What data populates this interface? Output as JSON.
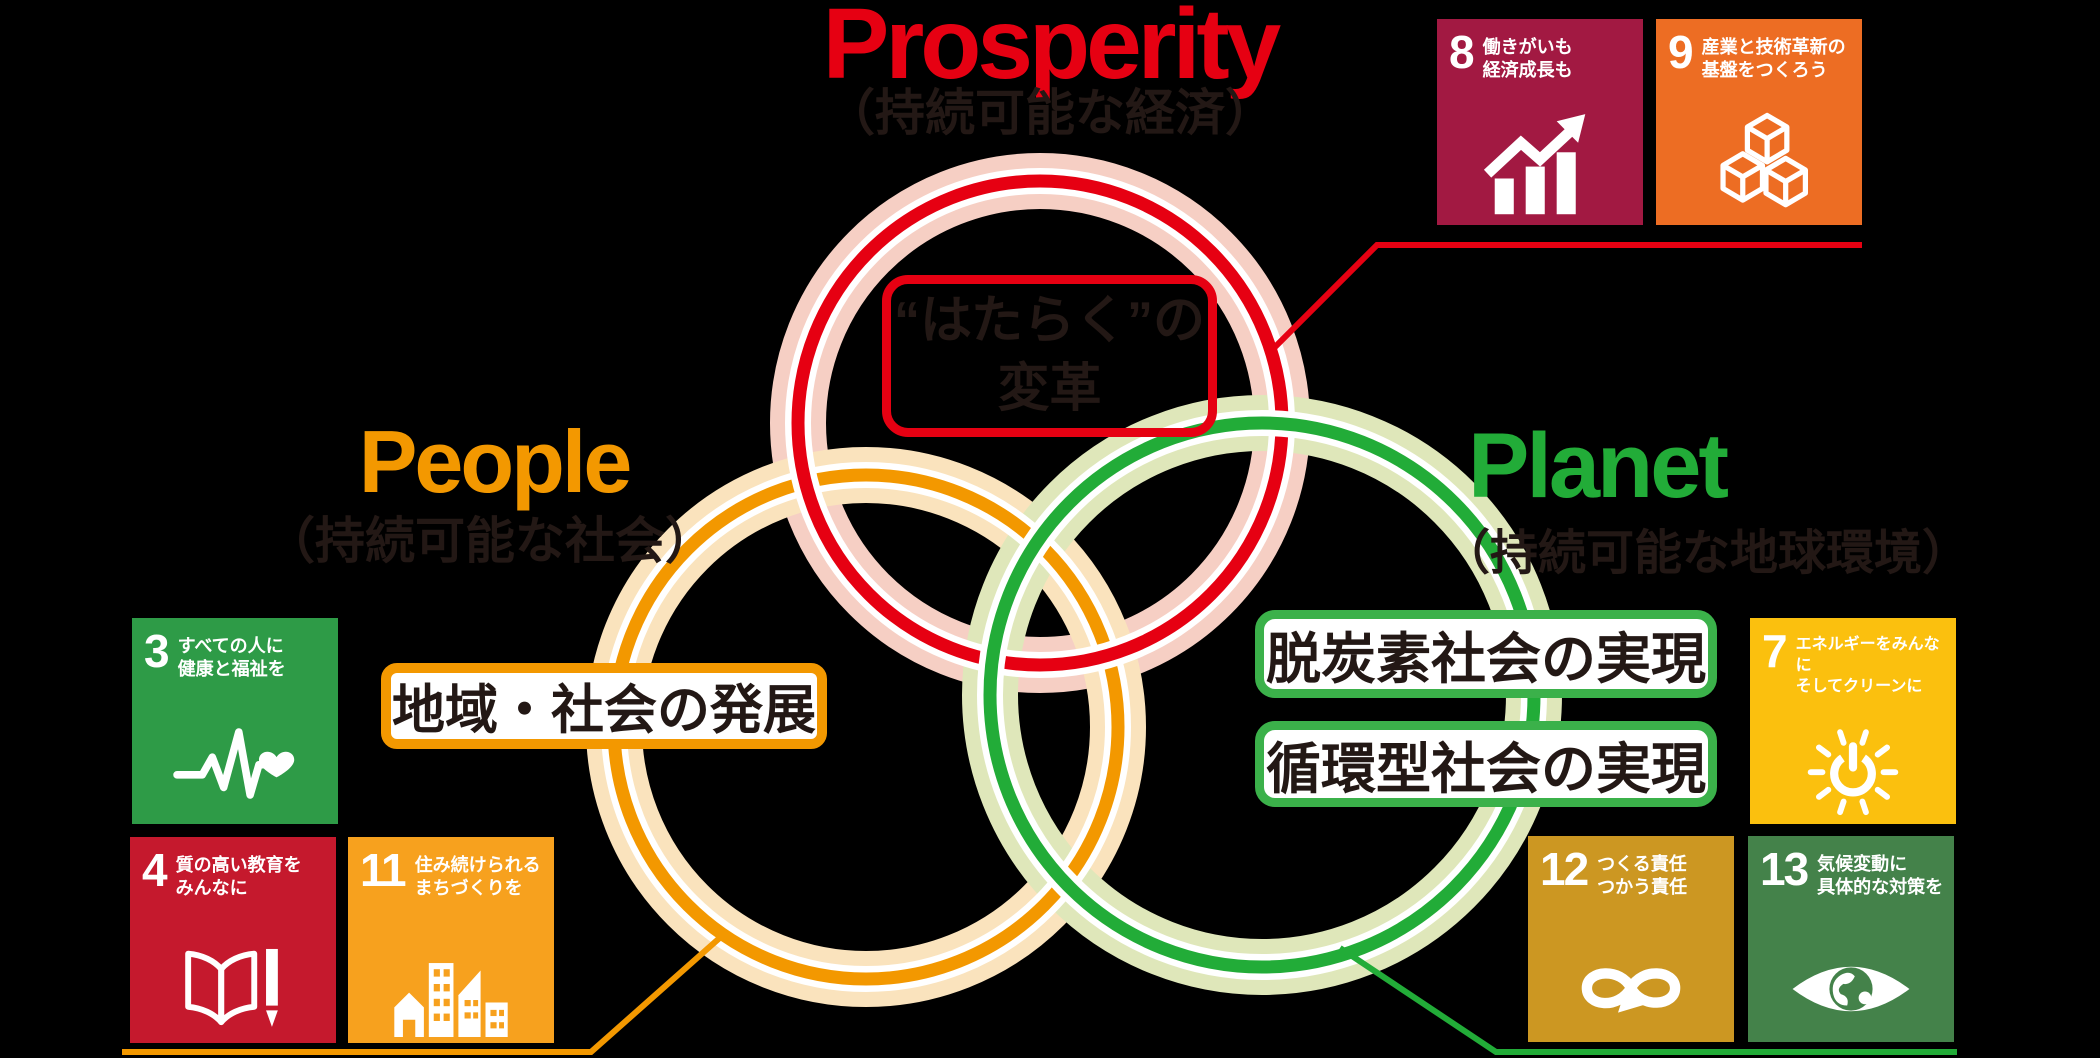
{
  "titles": {
    "prosperity": {
      "label": "Prosperity",
      "sub": "（持続可能な経済）",
      "color": "#e60012"
    },
    "people": {
      "label": "People",
      "sub": "（持続可能な社会）",
      "color": "#f39800"
    },
    "planet": {
      "label": "Planet",
      "sub": "（持続可能な地球環境）",
      "color": "#22ac38"
    }
  },
  "center_box": {
    "line1": "“はたらく”の",
    "line2": "変革",
    "border_color": "#e60012"
  },
  "people_box": {
    "label": "地域・社会の発展",
    "border_color": "#f39800"
  },
  "planet_boxes": {
    "box1": {
      "label": "脱炭素社会の実現"
    },
    "box2": {
      "label": "循環型社会の実現"
    },
    "border_color": "#3bb14a"
  },
  "rings": {
    "red": {
      "pale": "#f6cfc4",
      "stripe": "#e60012"
    },
    "orange": {
      "pale": "#fae3bd",
      "stripe": "#f39800"
    },
    "green": {
      "pale": "#dfe7ba",
      "stripe": "#22ac38"
    }
  },
  "text_color": "#231815",
  "sdg_tiles": [
    {
      "num": "8",
      "title1": "働きがいも",
      "title2": "経済成長も",
      "color": "#a21942",
      "icon": "growth-chart"
    },
    {
      "num": "9",
      "title1": "産業と技術革新の",
      "title2": "基盤をつくろう",
      "color": "#ed6d23",
      "icon": "industry-cubes"
    },
    {
      "num": "3",
      "title1": "すべての人に",
      "title2": "健康と福祉を",
      "color": "#2e9b47",
      "icon": "ekg-heart"
    },
    {
      "num": "4",
      "title1": "質の高い教育を",
      "title2": "みんなに",
      "color": "#c5192d",
      "icon": "book-pencil"
    },
    {
      "num": "11",
      "title1": "住み続けられる",
      "title2": "まちづくりを",
      "color": "#f7a11e",
      "icon": "buildings"
    },
    {
      "num": "7",
      "title1": "エネルギーをみんなに",
      "title2": "そしてクリーンに",
      "color": "#fbc00e",
      "icon": "sun-power"
    },
    {
      "num": "12",
      "title1": "つくる責任",
      "title2": "つかう責任",
      "color": "#cc9722",
      "icon": "infinity-arrow"
    },
    {
      "num": "13",
      "title1": "気候変動に",
      "title2": "具体的な対策を",
      "color": "#44824a",
      "icon": "globe-eye"
    }
  ]
}
